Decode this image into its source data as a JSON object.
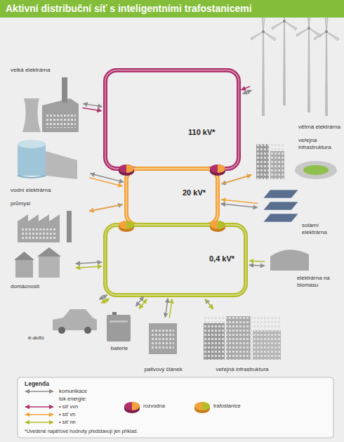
{
  "diagram": {
    "title": "Aktivní distribuční síť s inteligentními trafostanicemi",
    "nodes": [
      {
        "text": [
          "velká elektrárna"
        ]
      },
      {
        "text": [
          "větrná elektrárna"
        ]
      },
      {
        "text": [
          "110 kV*"
        ]
      },
      {
        "text": [
          "vodní elektrárna"
        ]
      },
      {
        "text": [
          "veřejná infrastruktura"
        ]
      },
      {
        "text": [
          "20 kV*"
        ]
      },
      {
        "text": [
          "průmysl"
        ]
      },
      {
        "text": [
          "solární elektrárna"
        ]
      },
      {
        "text": [
          "0,4 kV*"
        ]
      },
      {
        "text": [
          "elektrárna na biomasu"
        ]
      },
      {
        "text": [
          "domácnosti"
        ]
      },
      {
        "text": [
          "e-auto"
        ]
      },
      {
        "text": [
          "baterie"
        ]
      },
      {
        "text": [
          "palivový článek"
        ]
      },
      {
        "text": [
          "veřejná infrastruktura"
        ]
      }
    ],
    "edges": [
      {
        "from": 0,
        "to": 2,
        "arrow": "both"
      },
      {
        "from": 0,
        "to": 2,
        "arrow": "to"
      },
      {
        "from": 1,
        "to": 2,
        "arrow": "both"
      },
      {
        "from": 1,
        "to": 2,
        "arrow": "to"
      },
      {
        "from": 3,
        "to": 5,
        "arrow": "both"
      },
      {
        "from": 3,
        "to": 5,
        "arrow": "to"
      },
      {
        "from": 4,
        "to": 5,
        "arrow": "both"
      },
      {
        "from": 5,
        "to": 4,
        "arrow": "to"
      },
      {
        "from": 6,
        "to": 5,
        "arrow": "both"
      },
      {
        "from": 5,
        "to": 6,
        "arrow": "to"
      },
      {
        "from": 7,
        "to": 5,
        "arrow": "both"
      },
      {
        "from": 7,
        "to": 5,
        "arrow": "to"
      },
      {
        "from": 9,
        "to": 8,
        "arrow": "both"
      },
      {
        "from": 9,
        "to": 8,
        "arrow": "to"
      },
      {
        "from": 10,
        "to": 8,
        "arrow": "both"
      },
      {
        "from": 10,
        "to": 8,
        "arrow": "both"
      },
      {
        "from": 11,
        "to": 8,
        "arrow": "both"
      },
      {
        "from": 11,
        "to": 8,
        "arrow": "both"
      },
      {
        "from": 12,
        "to": 8,
        "arrow": "both"
      },
      {
        "from": 12,
        "to": 8,
        "arrow": "both"
      },
      {
        "from": 13,
        "to": 8,
        "arrow": "both"
      },
      {
        "from": 13,
        "to": 8,
        "arrow": "to"
      },
      {
        "from": 14,
        "to": 8,
        "arrow": "both"
      },
      {
        "from": 8,
        "to": 14,
        "arrow": "to"
      }
    ],
    "labels": [
      "Legenda",
      "*Uvedené napěťové hodnoty představují jen příklad."
    ],
    "legend": [
      {
        "text": "komunikace"
      },
      {
        "text": "tok energie:"
      },
      {
        "text": "• síť vvn"
      },
      {
        "text": "• síť vn"
      },
      {
        "text": "• síť nn"
      },
      {
        "text": "rozvodna"
      },
      {
        "text": "trafostanice"
      }
    ]
  }
}
